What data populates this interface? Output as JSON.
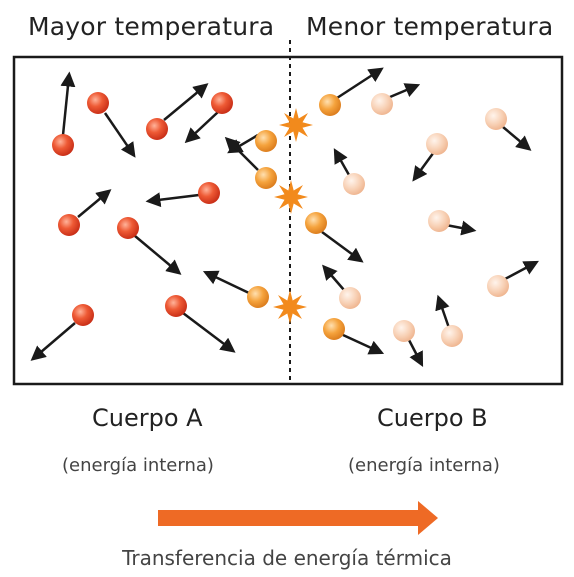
{
  "labels": {
    "left_top": "Mayor temperatura",
    "right_top": "Menor temperatura",
    "body_a": "Cuerpo A",
    "body_a_sub": "(energía interna)",
    "body_b": "Cuerpo B",
    "body_b_sub": "(energía interna)",
    "transfer": "Transferencia de energía térmica"
  },
  "colors": {
    "hot_particle": "#e8452a",
    "contact_particle": "#f29a2e",
    "cold_particle": "#f6c6a3",
    "collision_star": "#f28a1c",
    "transfer_arrow": "#ee6a25",
    "motion_arrow": "#1a1a1a"
  },
  "icons": {
    "particle": "sphere",
    "collision": "burst-star",
    "motion": "arrow",
    "boundary": "dashed-line"
  }
}
